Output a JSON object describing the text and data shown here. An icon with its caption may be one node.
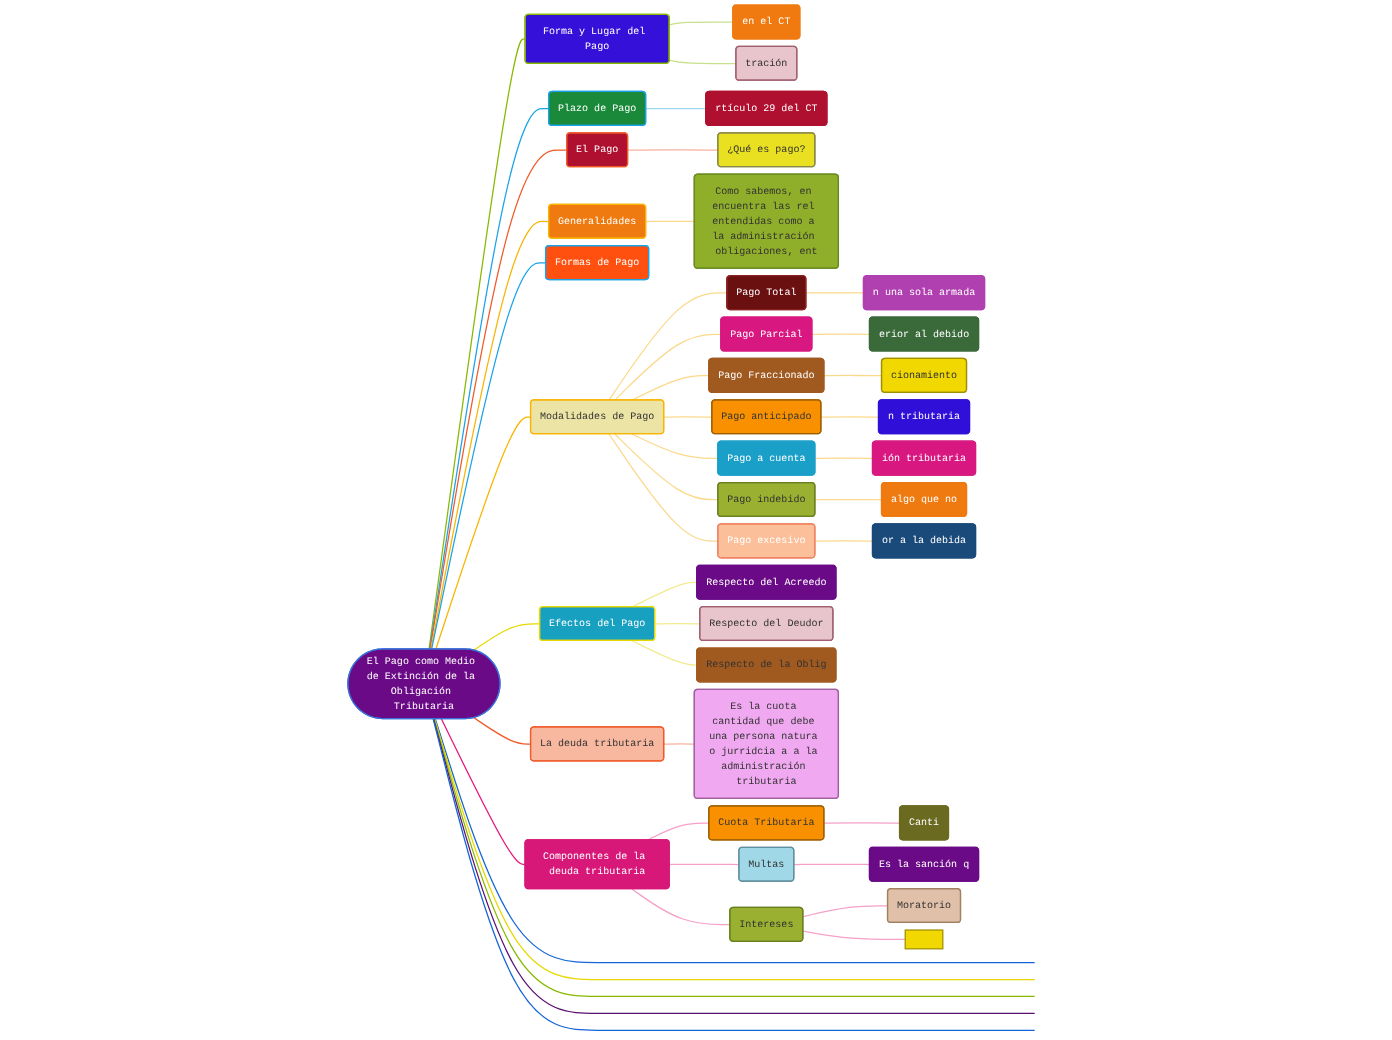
{
  "diagram": {
    "nodes": [
      {
        "text": [
          "El Pago como Medio de Extinción de la Obligación Tributaria"
        ]
      },
      {
        "text": [
          "Forma y Lugar del Pago"
        ]
      },
      {
        "text": [
          "en el CT"
        ]
      },
      {
        "text": [
          "tración"
        ]
      },
      {
        "text": [
          "Plazo de Pago"
        ]
      },
      {
        "text": [
          "rtículo 29 del CT"
        ]
      },
      {
        "text": [
          "El Pago"
        ]
      },
      {
        "text": [
          "¿Qué es pago?"
        ]
      },
      {
        "text": [
          "Generalidades"
        ]
      },
      {
        "text": [
          "Como sabemos, en encuentra las rel entendidas como a la administración obligaciones, ent"
        ]
      },
      {
        "text": [
          "Formas de Pago"
        ]
      },
      {
        "text": [
          "Modalidades de Pago"
        ]
      },
      {
        "text": [
          "Pago Total"
        ]
      },
      {
        "text": [
          "n una sola armada"
        ]
      },
      {
        "text": [
          "Pago Parcial"
        ]
      },
      {
        "text": [
          "erior al debido"
        ]
      },
      {
        "text": [
          "Pago Fraccionado"
        ]
      },
      {
        "text": [
          "cionamiento"
        ]
      },
      {
        "text": [
          "Pago anticipado"
        ]
      },
      {
        "text": [
          "n tributaria"
        ]
      },
      {
        "text": [
          "Pago a cuenta"
        ]
      },
      {
        "text": [
          "ión tributaria"
        ]
      },
      {
        "text": [
          "Pago indebido"
        ]
      },
      {
        "text": [
          "algo que no"
        ]
      },
      {
        "text": [
          "Pago excesivo"
        ]
      },
      {
        "text": [
          "or a la debida"
        ]
      },
      {
        "text": [
          "Efectos del Pago"
        ]
      },
      {
        "text": [
          "Respecto del Acreedo"
        ]
      },
      {
        "text": [
          "Respecto del Deudor"
        ]
      },
      {
        "text": [
          "Respecto de la Oblig"
        ]
      },
      {
        "text": [
          "La deuda tributaria"
        ]
      },
      {
        "text": [
          "Es la cuota cantidad que debe una persona natura o jurridcia a a la administración tributaria"
        ]
      },
      {
        "text": [
          "Componentes de la deuda tributaria"
        ]
      },
      {
        "text": [
          "Cuota Tributaria"
        ]
      },
      {
        "text": [
          "Canti"
        ]
      },
      {
        "text": [
          "Multas"
        ]
      },
      {
        "text": [
          "Es la sanción q"
        ]
      },
      {
        "text": [
          "Intereses"
        ]
      },
      {
        "text": [
          "Moratorio"
        ]
      },
      {
        "text": [],
        "shape": "box"
      }
    ],
    "edges": [
      {
        "from": 0,
        "to": 1,
        "arrow": "none",
        "color": "#88b800"
      },
      {
        "from": 1,
        "to": 2,
        "arrow": "none",
        "color": "#c8e08a"
      },
      {
        "from": 1,
        "to": 3,
        "arrow": "none",
        "color": "#c8e08a"
      },
      {
        "from": 0,
        "to": 4,
        "arrow": "none",
        "color": "#1aa3e8"
      },
      {
        "from": 4,
        "to": 5,
        "arrow": "none",
        "color": "#9fd8f2"
      },
      {
        "from": 0,
        "to": 6,
        "arrow": "none",
        "color": "#f05a28"
      },
      {
        "from": 6,
        "to": 7,
        "arrow": "none",
        "color": "#f8b0a0"
      },
      {
        "from": 0,
        "to": 8,
        "arrow": "none",
        "color": "#f8b400"
      },
      {
        "from": 8,
        "to": 9,
        "arrow": "none",
        "color": "#fbd98a"
      },
      {
        "from": 0,
        "to": 10,
        "arrow": "none",
        "color": "#1aa3e8"
      },
      {
        "from": 0,
        "to": 11,
        "arrow": "none",
        "color": "#f8b400"
      },
      {
        "from": 11,
        "to": 12,
        "arrow": "none",
        "color": "#fbd98a"
      },
      {
        "from": 12,
        "to": 13,
        "arrow": "none",
        "color": "#fbd98a"
      },
      {
        "from": 11,
        "to": 14,
        "arrow": "none",
        "color": "#fbd98a"
      },
      {
        "from": 14,
        "to": 15,
        "arrow": "none",
        "color": "#fbd98a"
      },
      {
        "from": 11,
        "to": 16,
        "arrow": "none",
        "color": "#fbd98a"
      },
      {
        "from": 16,
        "to": 17,
        "arrow": "none",
        "color": "#fbd98a"
      },
      {
        "from": 11,
        "to": 18,
        "arrow": "none",
        "color": "#fbd98a"
      },
      {
        "from": 18,
        "to": 19,
        "arrow": "none",
        "color": "#fbd98a"
      },
      {
        "from": 11,
        "to": 20,
        "arrow": "none",
        "color": "#fbd98a"
      },
      {
        "from": 20,
        "to": 21,
        "arrow": "none",
        "color": "#fbd98a"
      },
      {
        "from": 11,
        "to": 22,
        "arrow": "none",
        "color": "#fbd98a"
      },
      {
        "from": 22,
        "to": 23,
        "arrow": "none",
        "color": "#fbd98a"
      },
      {
        "from": 11,
        "to": 24,
        "arrow": "none",
        "color": "#fbd98a"
      },
      {
        "from": 24,
        "to": 25,
        "arrow": "none",
        "color": "#fbd98a"
      },
      {
        "from": 0,
        "to": 26,
        "arrow": "none",
        "color": "#e8d800"
      },
      {
        "from": 26,
        "to": 27,
        "arrow": "none",
        "color": "#f2ea90"
      },
      {
        "from": 26,
        "to": 28,
        "arrow": "none",
        "color": "#f2ea90"
      },
      {
        "from": 26,
        "to": 29,
        "arrow": "none",
        "color": "#f2ea90"
      },
      {
        "from": 0,
        "to": 30,
        "arrow": "none",
        "color": "#f05a28"
      },
      {
        "from": 30,
        "to": 31,
        "arrow": "none",
        "color": "#f8b0a0"
      },
      {
        "from": 0,
        "to": 32,
        "arrow": "none",
        "color": "#e8157a"
      },
      {
        "from": 32,
        "to": 33,
        "arrow": "none",
        "color": "#f6a0c8"
      },
      {
        "from": 33,
        "to": 34,
        "arrow": "none",
        "color": "#f6a0c8"
      },
      {
        "from": 32,
        "to": 35,
        "arrow": "none",
        "color": "#f6a0c8"
      },
      {
        "from": 35,
        "to": 36,
        "arrow": "none",
        "color": "#f6a0c8"
      },
      {
        "from": 32,
        "to": 37,
        "arrow": "none",
        "color": "#f6a0c8"
      },
      {
        "from": 37,
        "to": 38,
        "arrow": "none",
        "color": "#f6a0c8"
      },
      {
        "from": 37,
        "to": 39,
        "arrow": "none",
        "color": "#f6a0c8"
      },
      {
        "from": 0,
        "to": null,
        "arrow": "none",
        "color": "#1565d8"
      },
      {
        "from": 0,
        "to": null,
        "arrow": "none",
        "color": "#e8d800"
      },
      {
        "from": 0,
        "to": null,
        "arrow": "none",
        "color": "#88b800"
      },
      {
        "from": 0,
        "to": null,
        "arrow": "none",
        "color": "#5a1070"
      },
      {
        "from": 0,
        "to": null,
        "arrow": "none",
        "color": "#1565d8"
      }
    ]
  }
}
